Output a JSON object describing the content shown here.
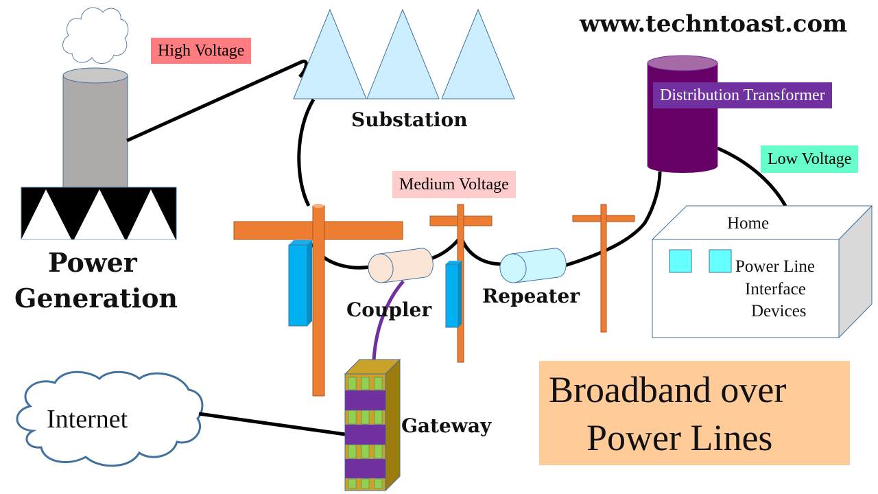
{
  "title": "Broadband over Power Lines",
  "title_lines": [
    "Broadband over",
    "Power Lines"
  ],
  "website": "www.techntoast.com",
  "labels": {
    "high_voltage": "High Voltage",
    "medium_voltage": "Medium Voltage",
    "low_voltage": "Low Voltage",
    "distribution_transformer": "Distribution Transformer",
    "substation": "Substation",
    "power_generation_line1": "Power",
    "power_generation_line2": "Generation",
    "coupler": "Coupler",
    "repeater": "Repeater",
    "gateway": "Gateway",
    "internet": "Internet",
    "home": "Home",
    "plid_line1": "Power Line",
    "plid_line2": "Interface",
    "plid_line3": "Devices"
  },
  "colors": {
    "high_voltage_tag": "#ff7c80",
    "medium_voltage_tag": "#ffcccc",
    "low_voltage_tag": "#66ffcc",
    "transformer_tag": "#7030a0",
    "transformer_body": "#660066",
    "title_box": "#ffcc99",
    "pole": "#ed7d31",
    "substation": "#cceeff",
    "chimney": "#aeaaaa",
    "coupler": "#fbe5d6",
    "repeater": "#ccf7ff",
    "device": "#66ffff",
    "internet_cloud": "#41719c",
    "gateway_body": "#c9a227",
    "gateway_band": "#7030a0",
    "gateway_slot": "#92d050",
    "signal_wire": "#7030a0"
  }
}
